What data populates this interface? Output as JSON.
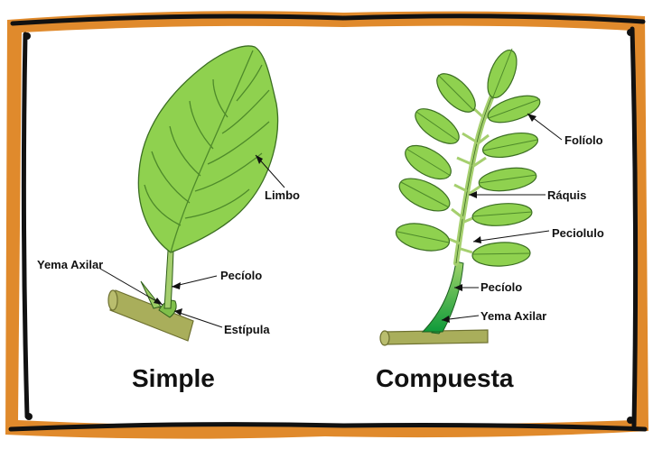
{
  "simple": {
    "title": "Simple",
    "labels": {
      "limbo": "Limbo",
      "yema_axilar": "Yema Axilar",
      "peciolo": "Pecíolo",
      "estipula": "Estípula"
    }
  },
  "compuesta": {
    "title": "Compuesta",
    "labels": {
      "foliolo": "Folíolo",
      "raquis": "Ráquis",
      "peciolulo": "Peciolulo",
      "peciolo": "Pecíolo",
      "yema_axilar": "Yema Axilar"
    }
  },
  "colors": {
    "frame_orange": "#e08a2c",
    "frame_black": "#111111",
    "leaf_green": "#8fd14f",
    "leaf_vein": "#4e8a2a",
    "stem_green": "#a5cf6e",
    "dark_green": "#1f9a2e",
    "branch_olive": "#a9ae5b"
  }
}
